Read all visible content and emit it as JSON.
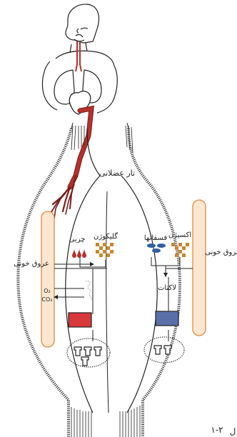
{
  "labels": {
    "muscle_fiber": "تار عضلانی",
    "blood_vessel_left": "عروق خونی",
    "blood_vessel_right": "عروق خونی",
    "fat": "چربی",
    "glycogen": "گلیکوژن",
    "phosphates": "فسفاتها",
    "oxygen": "اکسیژن",
    "lactate": "لاکتات",
    "o2": "O₂",
    "co2": "CO₂",
    "figure_number": "۱-۲",
    "figure_prefix": "ل"
  },
  "colors": {
    "artery": "#b5302c",
    "vessel_fill": "#fbe6d2",
    "vessel_stroke": "#e08a3c",
    "fat_drop": "#b5302c",
    "glycogen_block": "#c8862e",
    "phosphate": "#2f5f9e",
    "red_box": "#d9383a",
    "blue_box": "#5a6fa8",
    "outline": "#222222"
  }
}
